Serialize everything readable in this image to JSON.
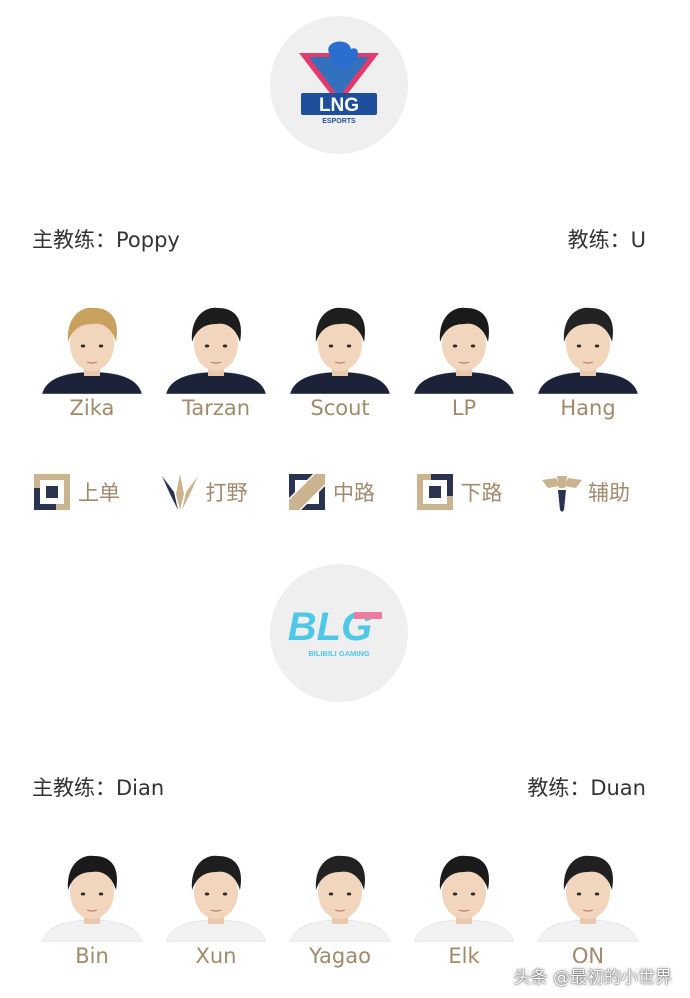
{
  "team1": {
    "logo_name": "LNG",
    "logo_sub": "ESPORTS",
    "head_coach": "主教练：Poppy",
    "coach": "教练：U",
    "players": [
      {
        "name": "Zika",
        "hair": "#c9a15e",
        "jersey": "#1c2338"
      },
      {
        "name": "Tarzan",
        "hair": "#1c1c1c",
        "jersey": "#1c2338"
      },
      {
        "name": "Scout",
        "hair": "#1e1e1e",
        "jersey": "#1c2338"
      },
      {
        "name": "LP",
        "hair": "#1a1a1a",
        "jersey": "#1c2338"
      },
      {
        "name": "Hang",
        "hair": "#232323",
        "jersey": "#1c2338"
      }
    ]
  },
  "roles": [
    {
      "label": "上单",
      "icon": "top-lane-icon"
    },
    {
      "label": "打野",
      "icon": "jungle-icon"
    },
    {
      "label": "中路",
      "icon": "mid-lane-icon"
    },
    {
      "label": "下路",
      "icon": "bot-lane-icon"
    },
    {
      "label": "辅助",
      "icon": "support-icon"
    }
  ],
  "team2": {
    "logo_name": "BLG",
    "logo_sub": "BILIBILI GAMING",
    "head_coach": "主教练：Dian",
    "coach": "教练：Duan",
    "players": [
      {
        "name": "Bin",
        "hair": "#1a1a1a",
        "jersey": "#f2f2f2"
      },
      {
        "name": "Xun",
        "hair": "#1e1e1e",
        "jersey": "#f2f2f2"
      },
      {
        "name": "Yagao",
        "hair": "#222222",
        "jersey": "#f2f2f2"
      },
      {
        "name": "Elk",
        "hair": "#1b1b1b",
        "jersey": "#f2f2f2"
      },
      {
        "name": "ON",
        "hair": "#202020",
        "jersey": "#f2f2f2"
      }
    ]
  },
  "watermark": "头条 @最初的小世界",
  "colors": {
    "name_gold": "#a08a6b",
    "lng_blue": "#1f78c8",
    "lng_pink": "#e23a6b",
    "blg_cyan": "#4fc7e6",
    "blg_pink": "#f07aa0",
    "icon_gold": "#c9b48f",
    "icon_navy": "#2a3350"
  }
}
